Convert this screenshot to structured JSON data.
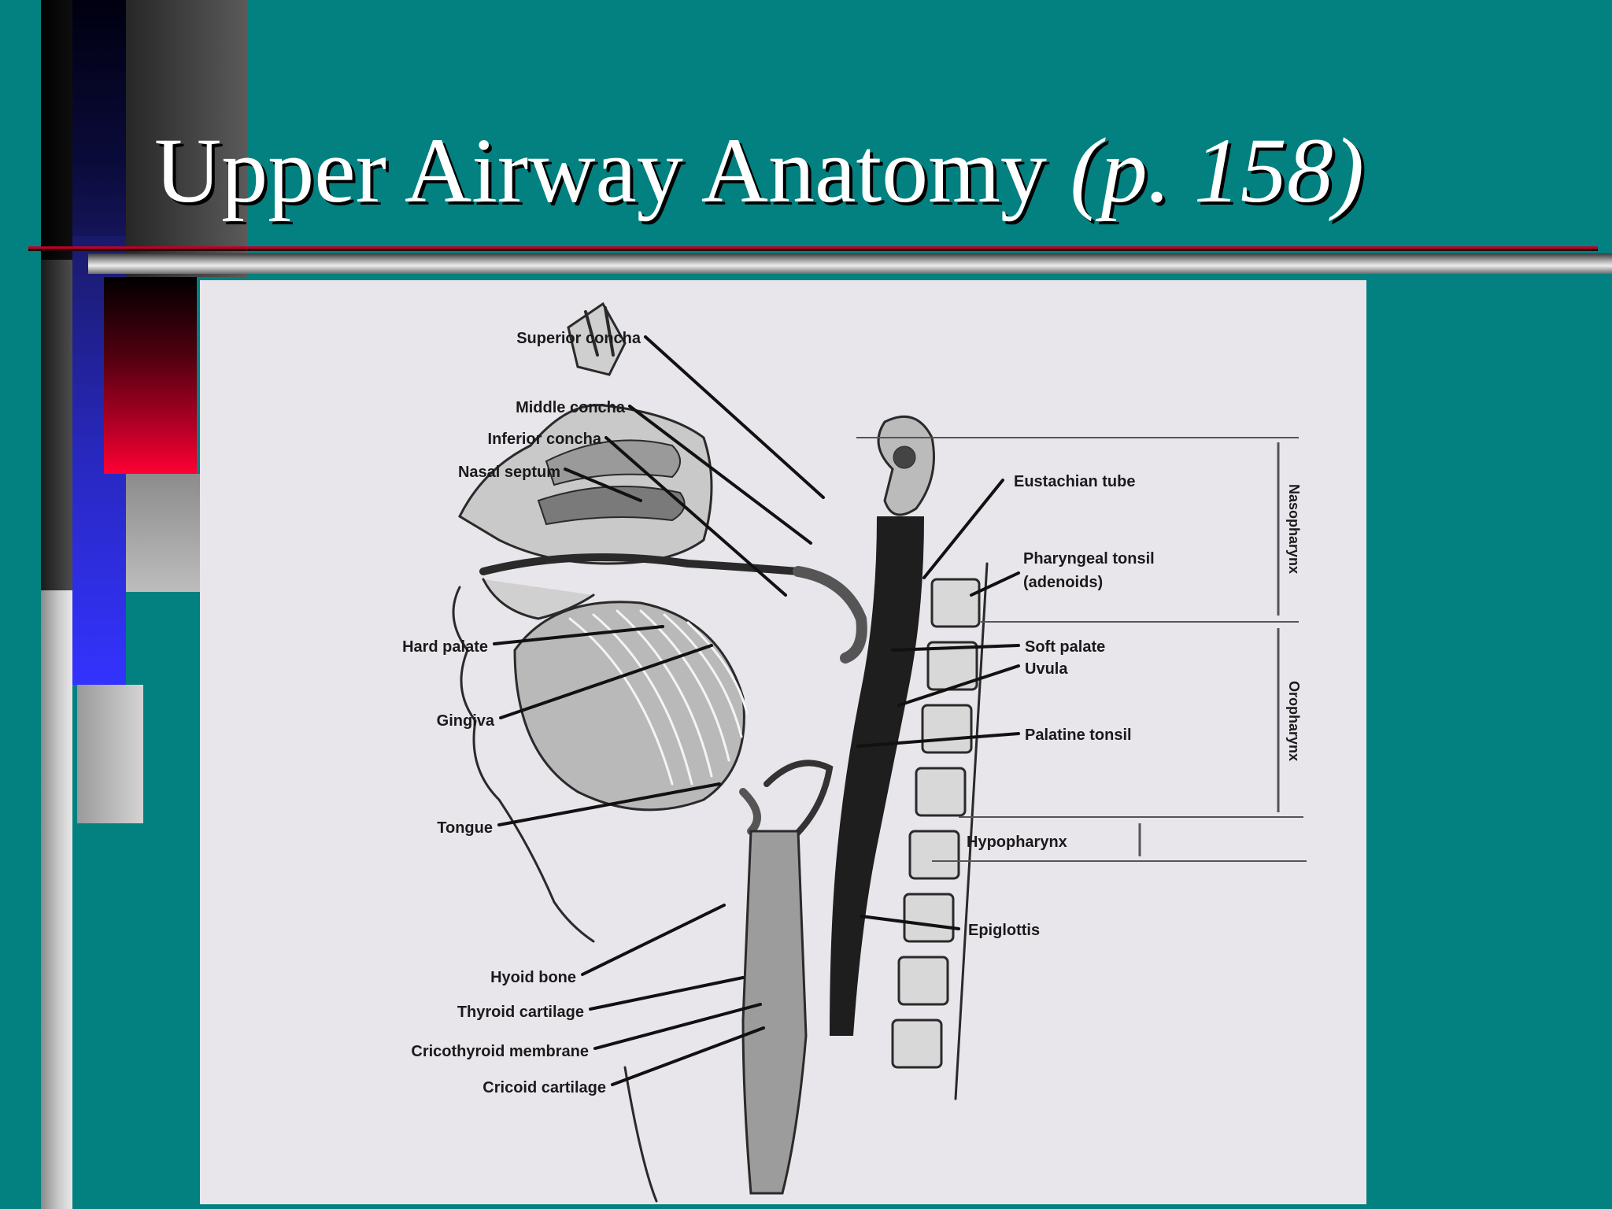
{
  "slide": {
    "title_main": "Upper Airway Anatomy",
    "title_page_ref": "(p. 158)"
  },
  "diagram": {
    "labels_left": [
      "Superior concha",
      "Middle concha",
      "Inferior concha",
      "Nasal septum",
      "Hard palate",
      "Gingiva",
      "Tongue",
      "Hyoid bone",
      "Thyroid cartilage",
      "Cricothyroid membrane",
      "Cricoid cartilage"
    ],
    "labels_right": [
      "Eustachian tube",
      "Pharyngeal tonsil",
      "(adenoids)",
      "Soft palate",
      "Uvula",
      "Palatine tonsil",
      "Hypopharynx",
      "Epiglottis"
    ],
    "region_labels": [
      "Nasopharynx",
      "Oropharynx"
    ]
  }
}
